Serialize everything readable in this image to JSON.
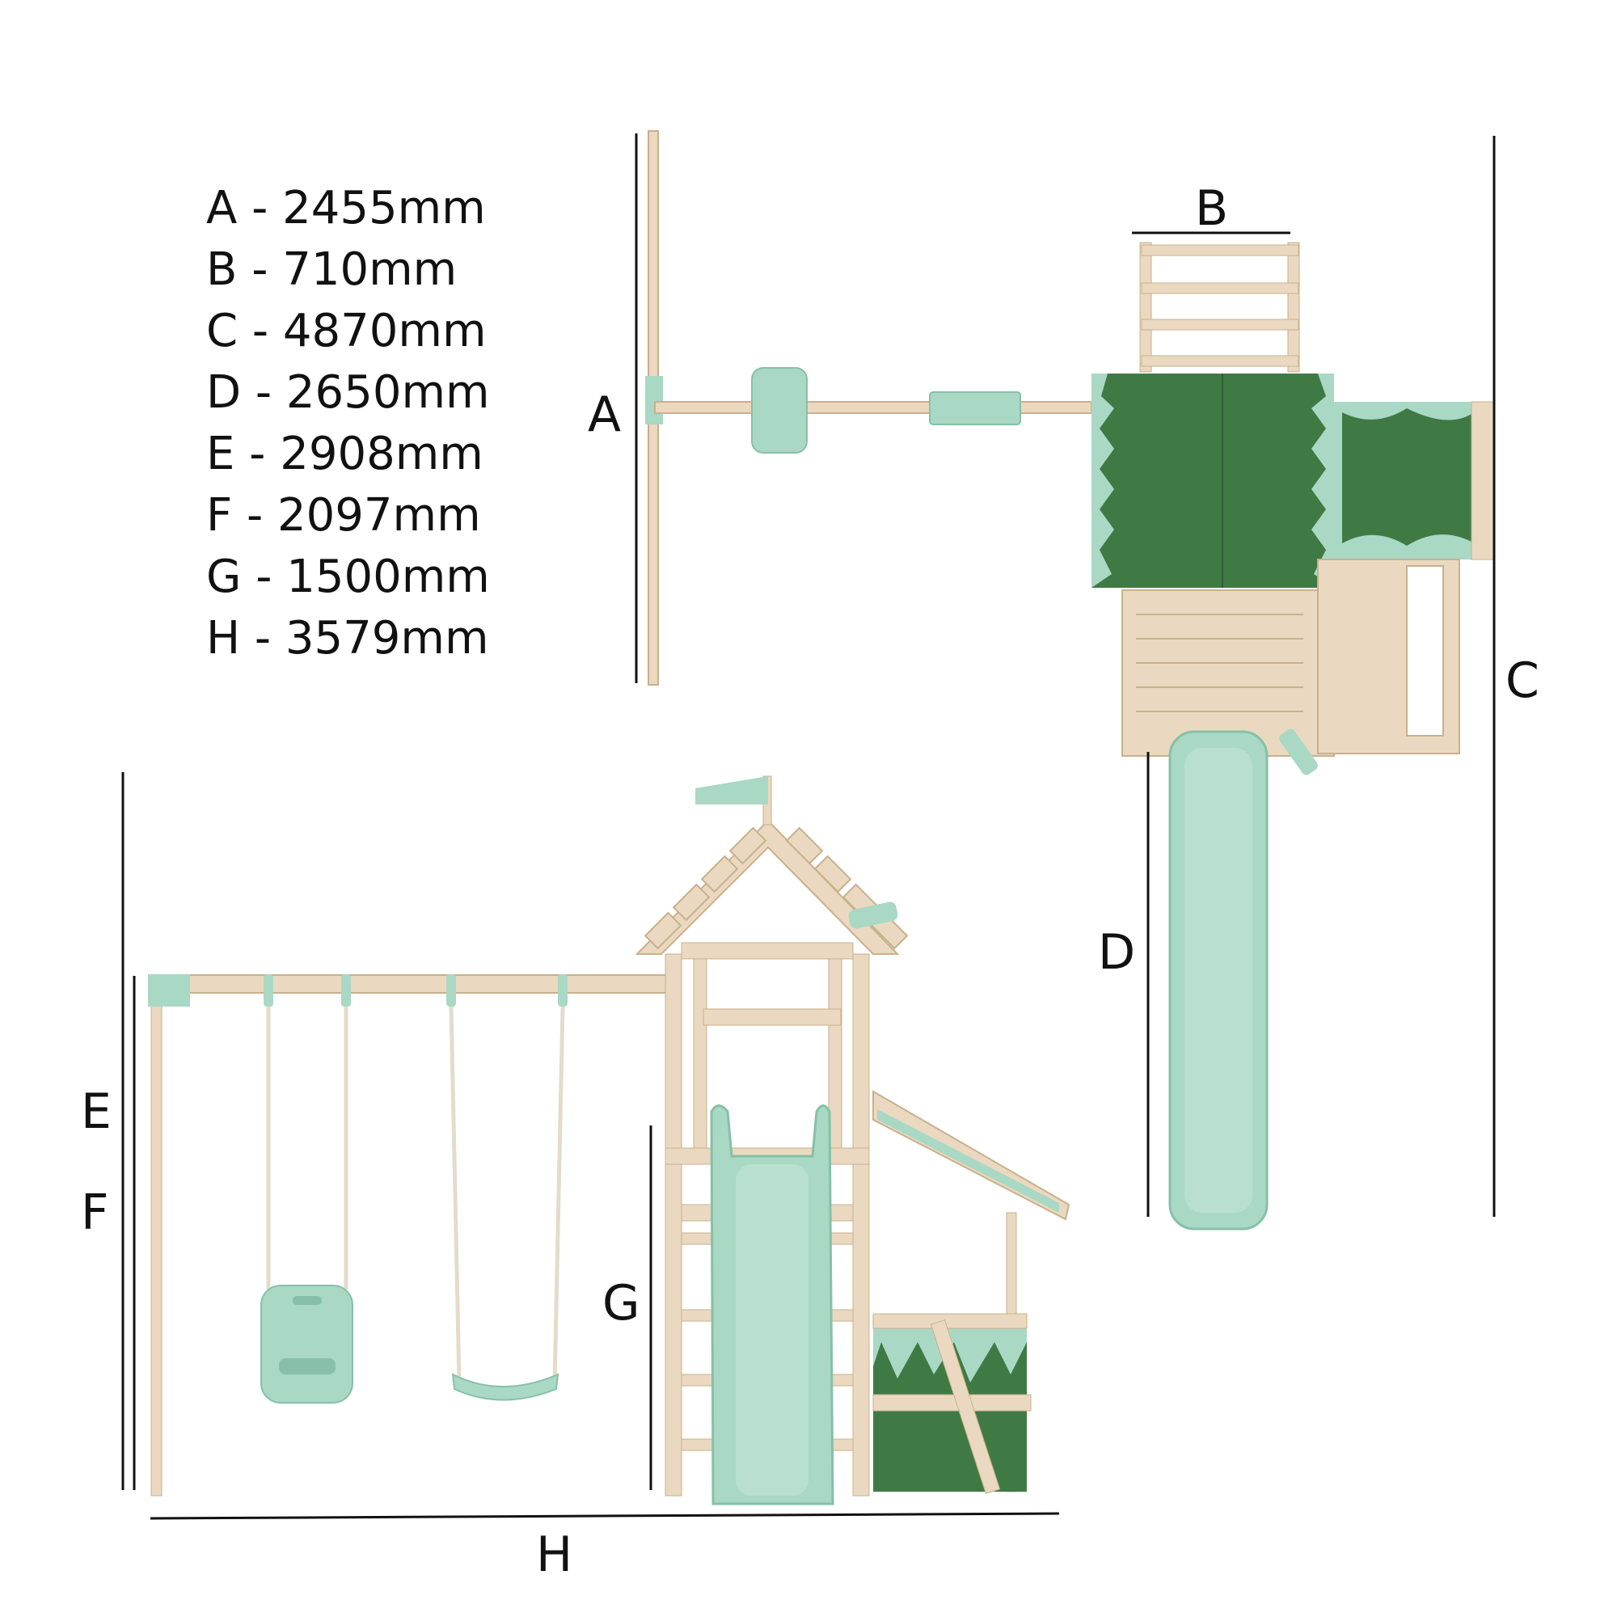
{
  "legend": {
    "items": [
      "A - 2455mm",
      "B - 710mm",
      "C - 4870mm",
      "D - 2650mm",
      "E - 2908mm",
      "F - 2097mm",
      "G - 1500mm",
      "H - 3579mm"
    ]
  },
  "dimension_labels": {
    "a": "A",
    "b": "B",
    "c": "C",
    "d": "D",
    "e": "E",
    "f": "F",
    "g": "G",
    "h": "H"
  },
  "colors": {
    "timber": "#ead9c0",
    "timber_dark": "#c9b08c",
    "mint": "#a9d8c4",
    "mint_dark": "#86c0a8",
    "canopy": "#3f7a45",
    "canopy_dark": "#2f5e35",
    "line": "#111111"
  }
}
